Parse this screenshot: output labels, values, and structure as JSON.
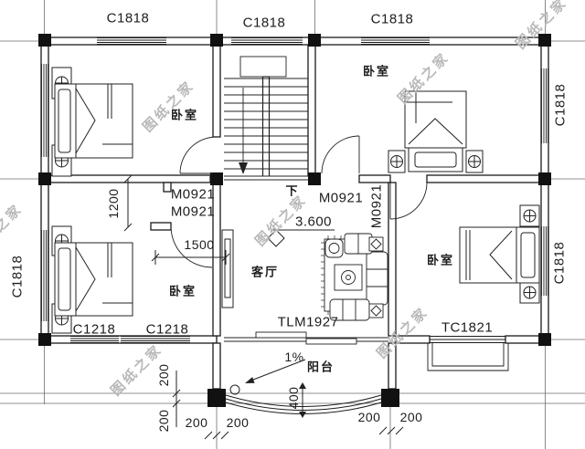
{
  "drawing": {
    "windows": {
      "top1": "C1818",
      "top2": "C1818",
      "top3": "C1818",
      "left": "C1818",
      "right_upper": "C1818",
      "right_lower": "C1818",
      "bottom_left_1": "C1218",
      "bottom_left_2": "C1218",
      "bay": "TC1821"
    },
    "doors": {
      "hall_line1": "M0921",
      "hall_line2": "M0921",
      "bedroom_top_right": "M0921",
      "bedroom_right": "M0921",
      "living_sliding": "TLM1927"
    },
    "rooms": {
      "bedroom_top_left": "卧室",
      "bedroom_top_right": "卧室",
      "bedroom_bottom_left": "卧室",
      "bedroom_right": "卧室",
      "living": "客厅",
      "balcony": "阳台"
    },
    "annotations": {
      "level": "3.600",
      "stair_down": "下",
      "slope": "1%"
    },
    "dimensions": {
      "d1200": "1200",
      "d1500": "1500",
      "d400": "400",
      "l200a": "200",
      "l200b": "200",
      "bl200a": "200",
      "bl200b": "200",
      "br200a": "200",
      "br200b": "200"
    },
    "watermark": "图纸之家",
    "colors": {
      "line": "#1c1c1c",
      "watermark": "#b9b9b9",
      "background": "#ffffff"
    }
  }
}
